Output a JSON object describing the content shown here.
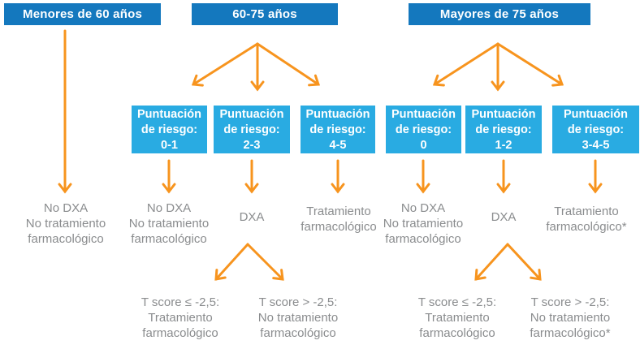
{
  "colors": {
    "header_blue": "#1478BE",
    "risk_blue": "#29ABE2",
    "arrow_orange": "#F7941E",
    "text_gray": "#8A8C8E",
    "background": "#FFFFFF"
  },
  "age_groups": [
    {
      "label": "Menores de 60 años"
    },
    {
      "label": "60-75 años"
    },
    {
      "label": "Mayores de 75 años"
    }
  ],
  "risk_boxes": [
    {
      "line1": "Puntuación",
      "line2": "de riesgo:",
      "score": "0-1"
    },
    {
      "line1": "Puntuación",
      "line2": "de riesgo:",
      "score": "2-3"
    },
    {
      "line1": "Puntuación",
      "line2": "de riesgo:",
      "score": "4-5"
    },
    {
      "line1": "Puntuación",
      "line2": "de riesgo:",
      "score": "0"
    },
    {
      "line1": "Puntuación",
      "line2": "de riesgo:",
      "score": "1-2"
    },
    {
      "line1": "Puntuación",
      "line2": "de riesgo:",
      "score": "3-4-5"
    }
  ],
  "outcomes": [
    {
      "lines": [
        "No DXA",
        "No tratamiento",
        "farmacológico"
      ]
    },
    {
      "lines": [
        "No DXA",
        "No tratamiento",
        "farmacológico"
      ]
    },
    {
      "lines": [
        "DXA"
      ]
    },
    {
      "lines": [
        "Tratamiento",
        "farmacológico"
      ]
    },
    {
      "lines": [
        "No DXA",
        "No tratamiento",
        "farmacológico"
      ]
    },
    {
      "lines": [
        "DXA"
      ]
    },
    {
      "lines": [
        "Tratamiento",
        "farmacológico*"
      ]
    }
  ],
  "tscore_outcomes": [
    {
      "lines": [
        "T score ≤ -2,5:",
        "Tratamiento",
        "farmacológico"
      ]
    },
    {
      "lines": [
        "T score > -2,5:",
        "No tratamiento",
        "farmacológico"
      ]
    },
    {
      "lines": [
        "T score ≤ -2,5:",
        "Tratamiento",
        "farmacológico"
      ]
    },
    {
      "lines": [
        "T score > -2,5:",
        "No tratamiento",
        "farmacológico*"
      ]
    }
  ]
}
